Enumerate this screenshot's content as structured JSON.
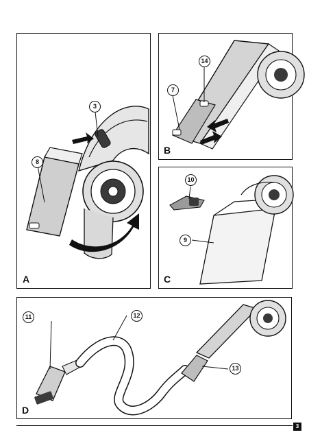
{
  "panels": {
    "a": {
      "letter": "A",
      "callouts": [
        "3",
        "8"
      ]
    },
    "b": {
      "letter": "B",
      "callouts": [
        "14",
        "7"
      ]
    },
    "c": {
      "letter": "C",
      "callouts": [
        "10",
        "9"
      ]
    },
    "d": {
      "letter": "D",
      "callouts": [
        "11",
        "12",
        "13"
      ]
    }
  },
  "page_number": "3",
  "colors": {
    "ink": "#111111",
    "device_fill": "#d9d9d9",
    "dark_fill": "#3a3a3a",
    "paper": "#ffffff"
  }
}
